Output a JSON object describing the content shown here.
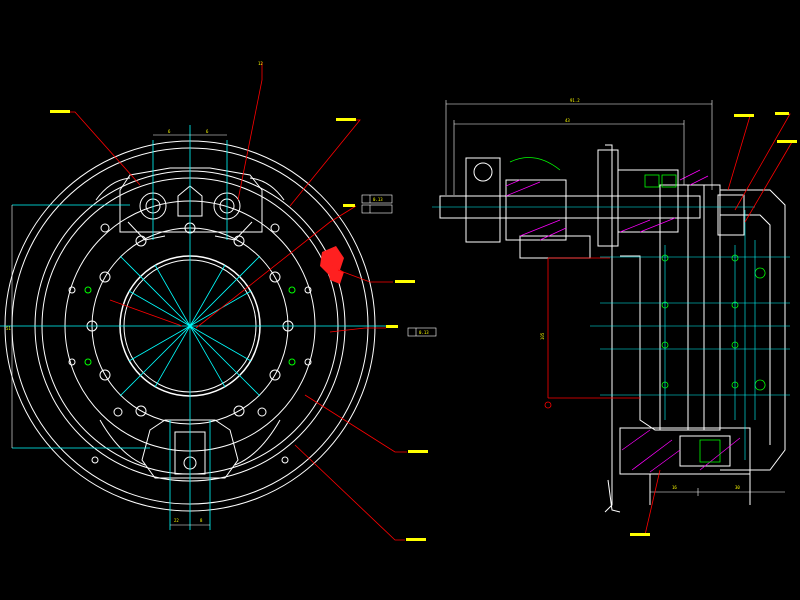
{
  "colors": {
    "background": "#000000",
    "outline": "#ffffff",
    "center": "#00ffff",
    "leader": "#ff0000",
    "label": "#ffff00",
    "section": "#00ff00",
    "hatch": "#ff00ff",
    "highlight": "#ff2020"
  },
  "front_view": {
    "dims": {
      "top_left": "6",
      "top_right": "6",
      "bottom_left": "22",
      "bottom_right": "8",
      "vertical_left": "51"
    },
    "callouts": {
      "top": "12",
      "tol_upper": "0.13",
      "tol_lower": "0.13"
    }
  },
  "side_view": {
    "dims": {
      "overall_width": "91.2",
      "inner_width": "43",
      "bottom_left": "16",
      "bottom_right": "30",
      "vertical": "105"
    }
  }
}
